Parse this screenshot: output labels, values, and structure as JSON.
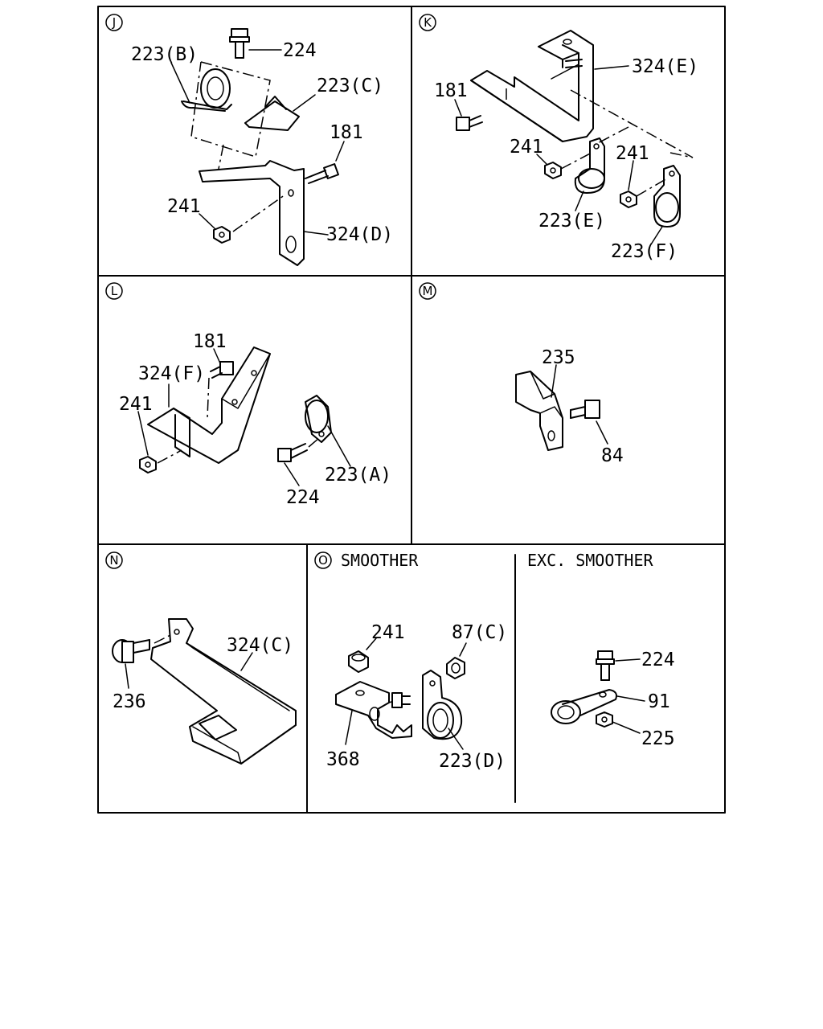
{
  "panels": {
    "J": {
      "marker": "J",
      "labels": {
        "l_223b": "223(B)",
        "l_224": "224",
        "l_223c": "223(C)",
        "l_181": "181",
        "l_241": "241",
        "l_324d": "324(D)"
      }
    },
    "K": {
      "marker": "K",
      "labels": {
        "l_324e": "324(E)",
        "l_181": "181",
        "l_241a": "241",
        "l_241b": "241",
        "l_223e": "223(E)",
        "l_223f": "223(F)"
      }
    },
    "L": {
      "marker": "L",
      "labels": {
        "l_181": "181",
        "l_324f": "324(F)",
        "l_241": "241",
        "l_224": "224",
        "l_223a": "223(A)"
      }
    },
    "M": {
      "marker": "M",
      "labels": {
        "l_235": "235",
        "l_84": "84"
      }
    },
    "N": {
      "marker": "N",
      "labels": {
        "l_324c": "324(C)",
        "l_236": "236"
      }
    },
    "O": {
      "marker": "O",
      "title": "SMOOTHER",
      "labels": {
        "l_241": "241",
        "l_87c": "87(C)",
        "l_368": "368",
        "l_223d": "223(D)"
      }
    },
    "EXC": {
      "title": "EXC. SMOOTHER",
      "labels": {
        "l_224": "224",
        "l_91": "91",
        "l_225": "225"
      }
    }
  }
}
